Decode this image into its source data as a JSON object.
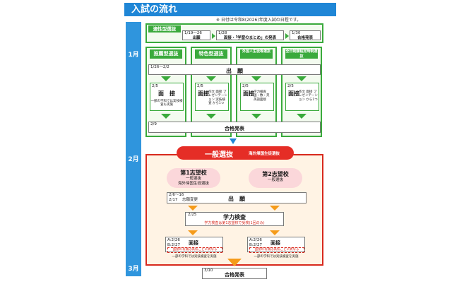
{
  "header": {
    "title": "入試の流れ",
    "note": "※ 日付は令和8(2026)年度入試の日程です。"
  },
  "months": [
    "1月",
    "2月",
    "3月"
  ],
  "tokusei": {
    "label": "適性型選抜",
    "step1_date": "1/19～26",
    "step1_title": "出願",
    "step2_date": "1/28",
    "step2_title": "面接・「学習のまとめ」の発表",
    "step3_date": "1/30",
    "step3_title": "合格発表"
  },
  "tracks": {
    "suisen": "推薦型選抜",
    "tokushoku": "特色型選抜",
    "kaigai": "外国人生徒等選抜",
    "zennichi": "全日制課程定時制選抜"
  },
  "shutsugan": {
    "date": "1/26～2/2",
    "title": "出　願"
  },
  "interviews": {
    "suisen": {
      "date": "2/5",
      "title": "面　接",
      "note": "一部の学科では実技検査も実施"
    },
    "tokushoku": {
      "date": "2/5",
      "title": "面接",
      "note": "作文 面接 プレゼンテーション 実技検査 から1つ"
    },
    "kaigai": {
      "date": "2/5",
      "title": "面接",
      "note": "学力検査 国・数・英 英語面接"
    },
    "zennichi": {
      "date": "2/5",
      "title": "面接",
      "note": "作文 面接 プレゼンテーション から1つ"
    }
  },
  "gokaku1": {
    "date": "2/9",
    "title": "合格発表"
  },
  "ippan": {
    "title": "一般選抜",
    "subtitle": "海外帰国生徒選抜",
    "first_choice": {
      "title": "第1志望校",
      "sub1": "一般選抜",
      "sub2": "海外帰国生徒選抜"
    },
    "second_choice": {
      "title": "第2志望校",
      "sub1": "一般選抜"
    },
    "shutsugan_date1": "2/6～16",
    "shutsugan_date2": "2/17",
    "shutsugan_note": "志願変更",
    "shutsugan_title": "出　願",
    "gakuryoku_date": "2/25",
    "gakuryoku_title": "学力検査",
    "gakuryoku_note": "学力検査は第1志望校で受検(1回のみ)",
    "mensetsu_dates": "A:2/26 B:2/27",
    "mensetsu_title": "面接",
    "mensetsu_note": "面接の有無は高校ごとに異なる",
    "mensetsu_note2": "一部の学科では実技検査を実施",
    "final_date": "3/10",
    "final_title": "合格発表"
  },
  "colors": {
    "blue": "#1f86d6",
    "green": "#3aaa3c",
    "red": "#e52d26",
    "orange": "#f59b1a"
  }
}
